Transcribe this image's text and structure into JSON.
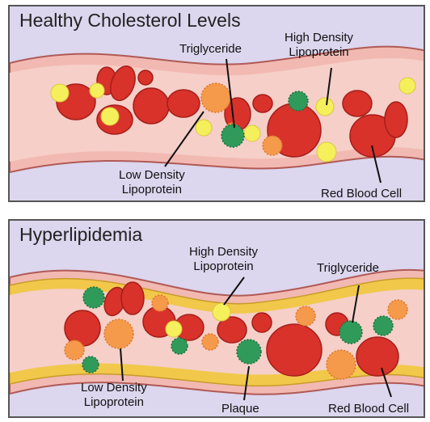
{
  "top_panel": {
    "title": "Healthy Cholesterol Levels",
    "labels": {
      "triglyceride": "Triglyceride",
      "hdl_line1": "High Density",
      "hdl_line2": "Lipoprotein",
      "ldl_line1": "Low Density",
      "ldl_line2": "Lipoprotein",
      "rbc": "Red Blood Cell"
    }
  },
  "bottom_panel": {
    "title": "Hyperlipidemia",
    "labels": {
      "hdl_line1": "High Density",
      "hdl_line2": "Lipoprotein",
      "triglyceride": "Triglyceride",
      "ldl_line1": "Low Density",
      "ldl_line2": "Lipoprotein",
      "plaque": "Plaque",
      "rbc": "Red Blood Cell"
    }
  },
  "colors": {
    "background": "#dcd6ee",
    "vessel_wall": "#f2b9b2",
    "vessel_lumen": "#f5cfc8",
    "red_blood_cell": "#d8322b",
    "hdl_yellow": "#f6ef5c",
    "ldl_orange": "#f49a4a",
    "triglyceride_green": "#2f9a5a",
    "plaque_yellow": "#f1c84a"
  }
}
